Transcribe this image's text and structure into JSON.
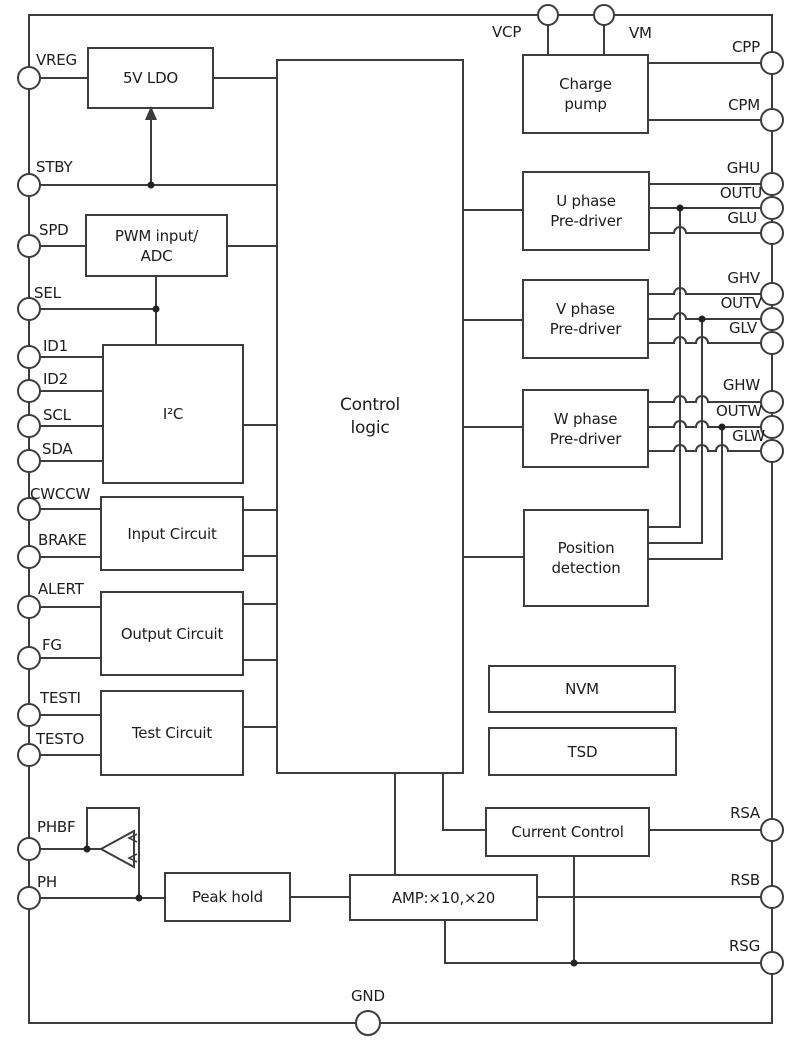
{
  "colors": {
    "line": "#3c3c3c",
    "text": "#1c1c1c",
    "background": "#ffffff"
  },
  "pins": {
    "vreg": "VREG",
    "stby": "STBY",
    "spd": "SPD",
    "sel": "SEL",
    "id1": "ID1",
    "id2": "ID2",
    "scl": "SCL",
    "sda": "SDA",
    "cwccw": "CWCCW",
    "brake": "BRAKE",
    "alert": "ALERT",
    "fg": "FG",
    "testi": "TESTI",
    "testo": "TESTO",
    "phbf": "PHBF",
    "ph": "PH",
    "vcp": "VCP",
    "vm": "VM",
    "cpp": "CPP",
    "cpm": "CPM",
    "ghu": "GHU",
    "outu": "OUTU",
    "glu": "GLU",
    "ghv": "GHV",
    "outv": "OUTV",
    "glv": "GLV",
    "ghw": "GHW",
    "outw": "OUTW",
    "glw": "GLW",
    "rsa": "RSA",
    "rsb": "RSB",
    "rsg": "RSG",
    "gnd": "GND"
  },
  "blocks": {
    "ldo": {
      "label": "5V LDO"
    },
    "pwm_adc": {
      "line1": "PWM input/",
      "line2": "ADC"
    },
    "i2c": {
      "label": "I²C"
    },
    "input_circuit": {
      "label": "Input Circuit"
    },
    "output_circuit": {
      "label": "Output Circuit"
    },
    "test_circuit": {
      "label": "Test Circuit"
    },
    "control_logic": {
      "line1": "Control",
      "line2": "logic"
    },
    "charge_pump": {
      "line1": "Charge",
      "line2": "pump"
    },
    "u_predriver": {
      "line1": "U phase",
      "line2": "Pre-driver"
    },
    "v_predriver": {
      "line1": "V phase",
      "line2": "Pre-driver"
    },
    "w_predriver": {
      "line1": "W phase",
      "line2": "Pre-driver"
    },
    "position_detection": {
      "line1": "Position",
      "line2": "detection"
    },
    "nvm": {
      "label": "NVM"
    },
    "tsd": {
      "label": "TSD"
    },
    "current_control": {
      "label": "Current Control"
    },
    "peak_hold": {
      "label": "Peak hold"
    },
    "amp": {
      "label": "AMP:×10,×20"
    }
  }
}
